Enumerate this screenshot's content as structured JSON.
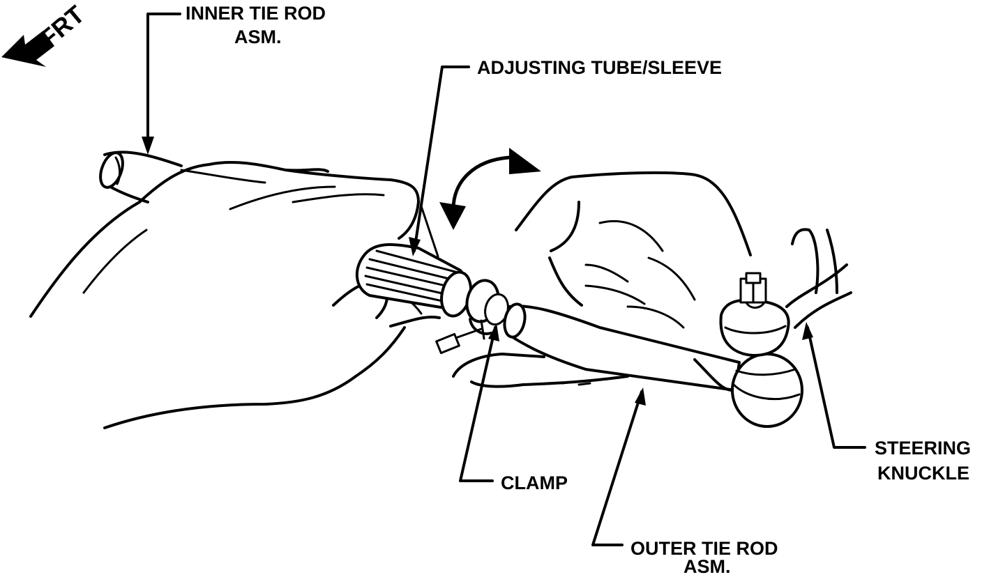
{
  "direction_marker": {
    "label": "FRT"
  },
  "labels": {
    "inner_tie_rod": {
      "line1": "INNER TIE ROD",
      "line2": "ASM."
    },
    "adjusting_tube": {
      "line1": "ADJUSTING TUBE/SLEEVE"
    },
    "clamp": {
      "line1": "CLAMP"
    },
    "outer_tie_rod": {
      "line1": "OUTER TIE ROD",
      "line2": "ASM."
    },
    "steering_knuckle": {
      "line1": "STEERING",
      "line2": "KNUCKLE"
    }
  },
  "icons": {
    "direction_arrow": "arrow-left-down-icon",
    "rotation_arrow": "double-curved-arrow-icon"
  },
  "colors": {
    "ink": "#000000",
    "paper": "#ffffff"
  }
}
